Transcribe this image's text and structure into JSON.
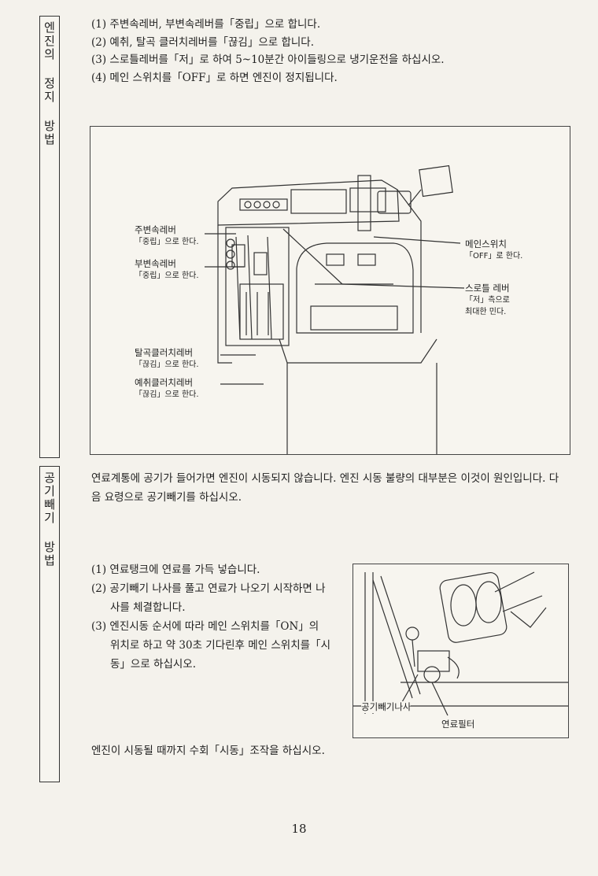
{
  "section1": {
    "title": "엔진의 정지 방법",
    "steps": [
      "(1) 주변속레버, 부변속레버를「중립」으로 합니다.",
      "(2) 예취, 탈곡 클러치레버를「끊김」으로 합니다.",
      "(3) 스로틀레버를「저」로 하여 5~10분간 아이들링으로 냉기운전을 하십시오.",
      "(4) 메인 스위치를「OFF」로 하면 엔진이 정지됩니다."
    ],
    "figure_labels": {
      "main_shift": {
        "name": "주변속레버",
        "action": "「중립」으로 한다."
      },
      "sub_shift": {
        "name": "부변속레버",
        "action": "「중립」으로 한다."
      },
      "thresh_clutch": {
        "name": "탈곡클러치레버",
        "action": "「끊김」으로 한다."
      },
      "reap_clutch": {
        "name": "예취클러치레버",
        "action": "「끊김」으로 한다."
      },
      "main_switch": {
        "name": "메인스위치",
        "action": "「OFF」로 한다."
      },
      "throttle": {
        "name": "스로틀 레버",
        "action1": "「저」측으로",
        "action2": "최대한 민다."
      }
    }
  },
  "section2": {
    "title": "공기빼기 방법",
    "intro": "연료계통에 공기가 들어가면 엔진이 시동되지 않습니다. 엔진 시동 불량의 대부분은 이것이 원인입니다. 다음 요령으로 공기빼기를 하십시오.",
    "steps": [
      "(1) 연료탱크에 연료를 가득 넣습니다.",
      "(2) 공기빼기 나사를 풀고 연료가 나오기 시작하면 나사를 체결합니다.",
      "(3) 엔진시동 순서에 따라 메인 스위치를「ON」의 위치로 하고 약 30초 기다린후 메인 스위치를「시동」으로 하십시오."
    ],
    "figure_labels": {
      "bleed_screw": "공기빼기나사",
      "fuel_filter": "연료필터"
    },
    "note": "엔진이 시동될 때까지 수회「시동」조작을 하십시오."
  },
  "page_number": "18"
}
